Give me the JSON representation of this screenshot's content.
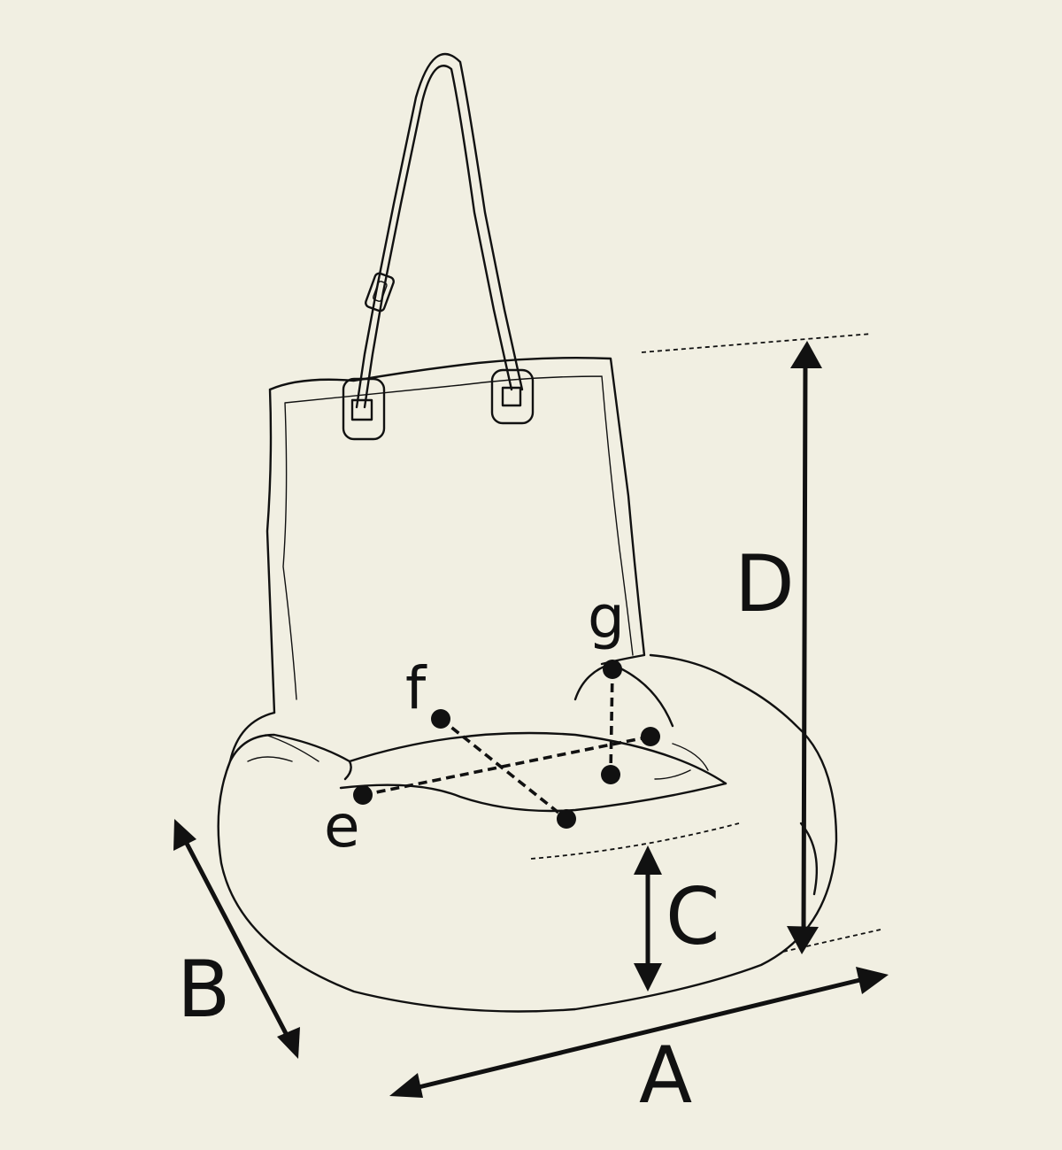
{
  "colors": {
    "background": "#f1efe2",
    "ink": "#111111"
  },
  "dimensions": {
    "A": {
      "label": "A"
    },
    "B": {
      "label": "B"
    },
    "C": {
      "label": "C"
    },
    "D": {
      "label": "D"
    }
  },
  "measurement_points": {
    "e": {
      "label": "e"
    },
    "f": {
      "label": "f"
    },
    "g": {
      "label": "g"
    }
  }
}
